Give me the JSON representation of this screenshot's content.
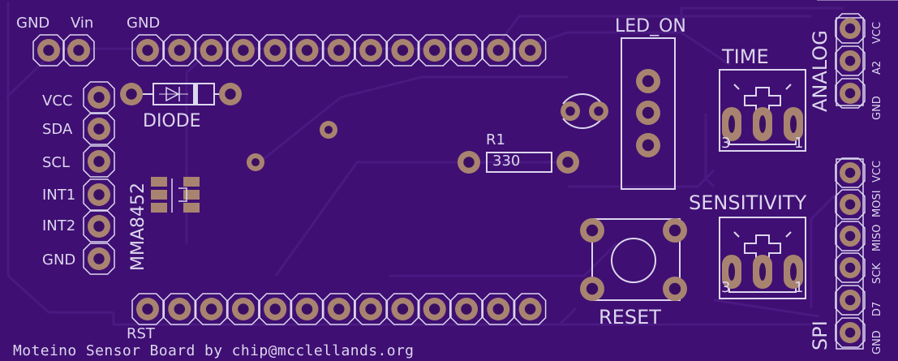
{
  "board": {
    "colors": {
      "board": "#3f0f73",
      "trace": "#4a1a82",
      "pad": "#a88470",
      "silk": "#dcd6ee",
      "pad_hole": "#3a0f63"
    },
    "title": "Moteino Sensor Board by chip@mcclellands.org"
  },
  "labels": {
    "power_gnd": "GND",
    "power_vin": "Vin",
    "top_header_gnd": "GND",
    "bottom_header_rst": "RST",
    "i2c_pins": [
      "VCC",
      "SDA",
      "SCL",
      "INT1",
      "INT2",
      "GND"
    ],
    "diode": "DIODE",
    "accelerometer": "MMA8452",
    "resistor_name": "R1",
    "resistor_value": "330",
    "led_header": "LED_ON",
    "reset": "RESET",
    "time_pot": "TIME",
    "sensitivity_pot": "SENSITIVITY",
    "pot_pin_3": "3",
    "pot_pin_1": "1",
    "analog_header": "ANALOG",
    "analog_pins": [
      "GND",
      "A2",
      "VCC"
    ],
    "spi_header": "SPI",
    "spi_pins": [
      "GND",
      "D7",
      "SCK",
      "MISO",
      "MOSI",
      "VCC"
    ]
  }
}
